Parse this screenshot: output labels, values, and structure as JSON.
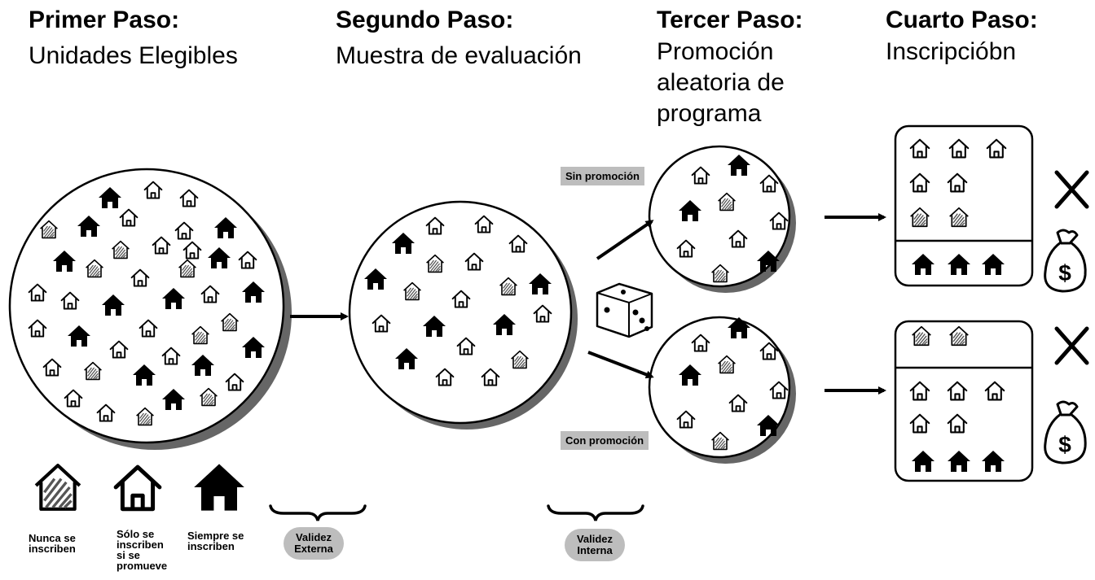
{
  "steps": {
    "s1": {
      "title": "Primer Paso:",
      "subtitle": "Unidades Elegibles"
    },
    "s2": {
      "title": "Segundo Paso:",
      "subtitle": "Muestra de evaluación"
    },
    "s3": {
      "title": "Tercer Paso:",
      "subtitle_lines": [
        "Promoción",
        "aleatoria de",
        "programa"
      ]
    },
    "s4": {
      "title": "Cuarto Paso:",
      "subtitle": "Inscripcióbn"
    }
  },
  "groups": {
    "top": "Sin promoción",
    "bottom": "Con promoción"
  },
  "legend": {
    "never": "Nunca se inscriben",
    "only_if": "Sólo se inscriben si se promueve",
    "always": "Siempre se inscriben"
  },
  "validity": {
    "external": "Validez Externa",
    "internal": "Validez Interna"
  },
  "outcome_icons": [
    "x-mark-icon",
    "money-bag-icon"
  ],
  "house_types": [
    "hatched-house-icon",
    "outline-house-icon",
    "solid-house-icon"
  ]
}
